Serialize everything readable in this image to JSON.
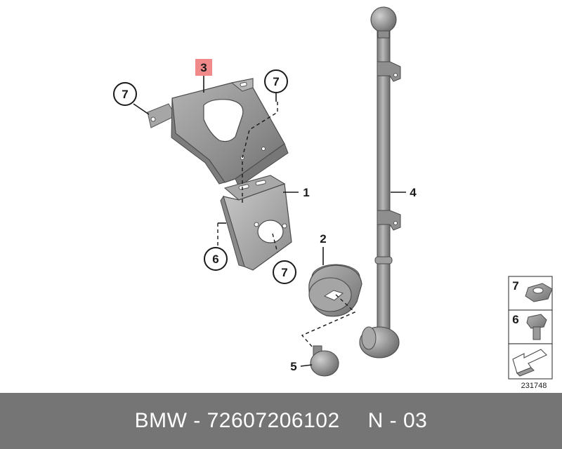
{
  "callouts": {
    "c3": "3",
    "c7_left": "7",
    "c7_top": "7",
    "c1": "1",
    "c6": "6",
    "c7_mid": "7",
    "c2": "2",
    "c4": "4",
    "c5": "5"
  },
  "legend": {
    "nut_label": "7",
    "bolt_label": "6",
    "diagram_id": "231748"
  },
  "footer": {
    "part_text": "BMW - 72607206102",
    "page_text": "N - 03"
  },
  "colors": {
    "highlight": "#f08a8a",
    "part_fill": "#9a9a9a",
    "footer_bg": "#757575"
  }
}
